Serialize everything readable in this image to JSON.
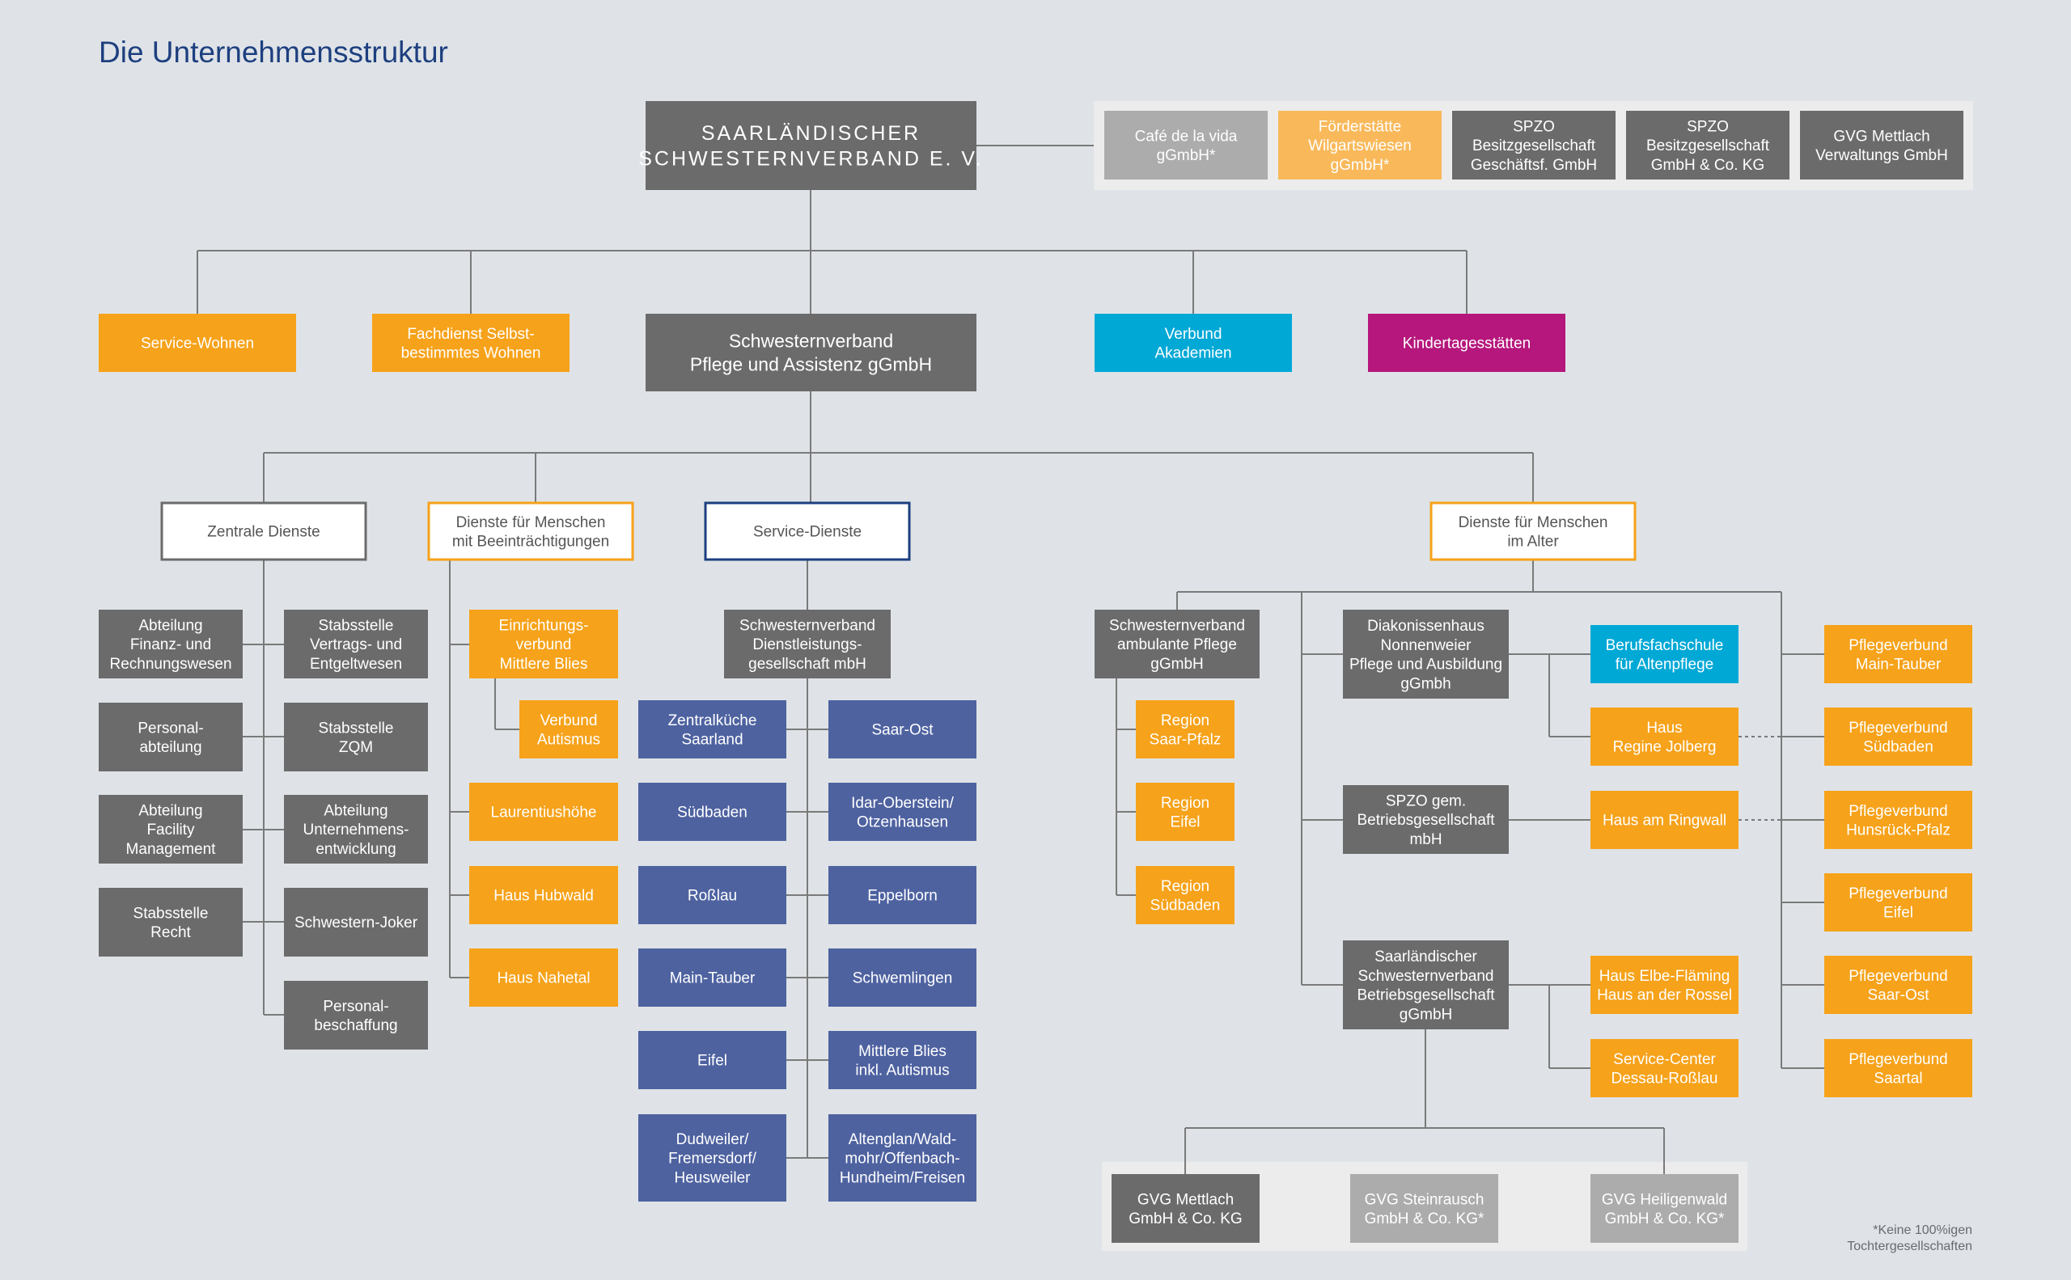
{
  "title": "Die Unternehmensstruktur",
  "colors": {
    "background": "#dfe3e7",
    "dark_gray": "#6b6b6b",
    "light_gray": "#acacac",
    "orange": "#f6a21a",
    "light_orange": "#f9b95a",
    "blue_navy": "#4e62a0",
    "cyan": "#00a8d6",
    "magenta": "#b5177c",
    "group_panel": "#ececec",
    "line": "#7a7a7a",
    "title": "#1d3f7f"
  },
  "nodes": {
    "root": {
      "label": "SAARLÄNDISCHER SCHWESTERNVERBAND E. V."
    },
    "cafe": {
      "label": "Café de la vida gGmbH*"
    },
    "foerder": {
      "label": "Förderstätte Wilgartswiesen gGmbH*"
    },
    "spzo_gf": {
      "label": "SPZO Besitzgesellschaft Geschäftsf. GmbH"
    },
    "spzo_kg": {
      "label": "SPZO Besitzgesellschaft GmbH & Co. KG"
    },
    "gvg_verw": {
      "label": "GVG Mettlach Verwaltungs GmbH"
    },
    "service_wohnen": {
      "label": "Service-Wohnen"
    },
    "fachdienst": {
      "label": "Fachdienst Selbst-bestimmtes Wohnen"
    },
    "pflege_assistenz": {
      "label": "Schwesternverband Pflege und Assistenz gGmbH"
    },
    "akademien": {
      "label": "Verbund Akademien"
    },
    "kita": {
      "label": "Kindertagesstätten"
    },
    "zentrale": {
      "label": "Zentrale Dienste"
    },
    "beeintr": {
      "label": "Dienste für Menschen mit Beeinträchtigungen"
    },
    "service_dienste": {
      "label": "Service-Dienste"
    },
    "alter": {
      "label": "Dienste für Menschen im Alter"
    },
    "finanz": {
      "label": "Abteilung Finanz- und Rechnungswesen"
    },
    "stab_vertrag": {
      "label": "Stabsstelle Vertrags- und Entgeltwesen"
    },
    "personal": {
      "label": "Personal-abteilung"
    },
    "zqm": {
      "label": "Stabsstelle ZQM"
    },
    "facility": {
      "label": "Abteilung Facility Management"
    },
    "unternehmens": {
      "label": "Abteilung Unternehmens-entwicklung"
    },
    "recht": {
      "label": "Stabsstelle Recht"
    },
    "joker": {
      "label": "Schwestern-Joker"
    },
    "beschaffung": {
      "label": "Personal-beschaffung"
    },
    "einrichtungsverbund": {
      "label": "Einrichtungs-verbund Mittlere Blies"
    },
    "autismus": {
      "label": "Verbund Autismus"
    },
    "laurentius": {
      "label": "Laurentiushöhe"
    },
    "hubwald": {
      "label": "Haus Hubwald"
    },
    "nahetal": {
      "label": "Haus Nahetal"
    },
    "dl_gesellschaft": {
      "label": "Schwesternverband Dienstleistungs-gesellschaft mbH"
    },
    "zentralkueche": {
      "label": "Zentralküche Saarland"
    },
    "saar_ost": {
      "label": "Saar-Ost"
    },
    "suedbaden_s": {
      "label": "Südbaden"
    },
    "idar": {
      "label": "Idar-Oberstein/ Otzenhausen"
    },
    "rosslau": {
      "label": "Roßlau"
    },
    "eppelborn": {
      "label": "Eppelborn"
    },
    "main_tauber_s": {
      "label": "Main-Tauber"
    },
    "schwemlingen": {
      "label": "Schwemlingen"
    },
    "eifel_s": {
      "label": "Eifel"
    },
    "mittlere_blies": {
      "label": "Mittlere Blies inkl. Autismus"
    },
    "dudweiler": {
      "label": "Dudweiler/ Fremersdorf/ Heusweiler"
    },
    "altenglan": {
      "label": "Altenglan/Wald-mohr/Offenbach-Hundheim/Freisen"
    },
    "ambulant": {
      "label": "Schwesternverband ambulante Pflege gGmbH"
    },
    "region_saarpfalz": {
      "label": "Region Saar-Pfalz"
    },
    "region_eifel": {
      "label": "Region Eifel"
    },
    "region_suedbaden": {
      "label": "Region Südbaden"
    },
    "diakonissenhaus": {
      "label": "Diakonissenhaus Nonnenweier Pflege und Ausbildung gGmbh"
    },
    "berufsfach": {
      "label": "Berufsfachschule für Altenpflege"
    },
    "regine": {
      "label": "Haus Regine Jolberg"
    },
    "spzo_betrieb": {
      "label": "SPZO gem. Betriebsgesellschaft mbH"
    },
    "ringwall": {
      "label": "Haus am Ringwall"
    },
    "saar_betrieb": {
      "label": "Saarländischer Schwesternverband Betriebsgesellschaft gGmbH"
    },
    "elbe": {
      "label": "Haus Elbe-Fläming Haus an der Rossel"
    },
    "dessau": {
      "label": "Service-Center Dessau-Roßlau"
    },
    "pv_main_tauber": {
      "label": "Pflegeverbund Main-Tauber"
    },
    "pv_suedbaden": {
      "label": "Pflegeverbund Südbaden"
    },
    "pv_hunsrueck": {
      "label": "Pflegeverbund Hunsrück-Pfalz"
    },
    "pv_eifel": {
      "label": "Pflegeverbund Eifel"
    },
    "pv_saar_ost": {
      "label": "Pflegeverbund Saar-Ost"
    },
    "pv_saartal": {
      "label": "Pflegeverbund Saartal"
    },
    "gvg_mettlach_kg": {
      "label": "GVG Mettlach GmbH & Co. KG"
    },
    "gvg_steinrausch": {
      "label": "GVG Steinrausch GmbH & Co. KG*"
    },
    "gvg_heiligenwald": {
      "label": "GVG Heiligenwald GmbH & Co. KG*"
    }
  },
  "footnote": {
    "line1": "*Keine 100%igen",
    "line2": "Tochtergesellschaften"
  }
}
